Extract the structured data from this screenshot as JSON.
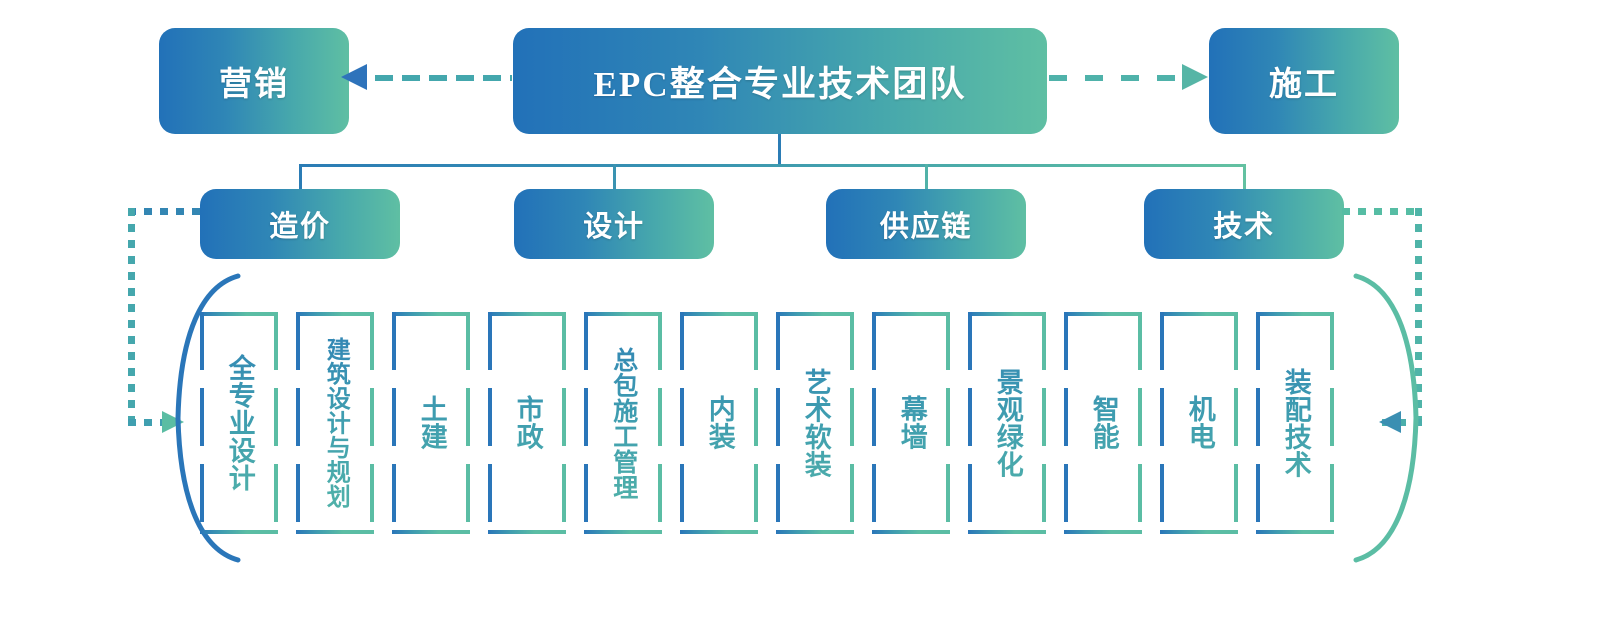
{
  "diagram": {
    "title": "EPC整合专业技术团队",
    "colors": {
      "gradient_start": "#2271b8",
      "gradient_end": "#5fbfa3",
      "connector_blue": "#2b7cb5",
      "connector_green": "#63c1a1",
      "text_on_node": "#ffffff"
    },
    "root": {
      "label": "EPC整合专业技术团队"
    },
    "flanks": [
      {
        "label": "营销",
        "side": "left",
        "arrow": "arrow-left-icon"
      },
      {
        "label": "施工",
        "side": "right",
        "arrow": "arrow-right-icon"
      }
    ],
    "tier2": [
      {
        "label": "造价"
      },
      {
        "label": "设计"
      },
      {
        "label": "供应链"
      },
      {
        "label": "技术"
      }
    ],
    "leaves": [
      {
        "label": "全专业设计"
      },
      {
        "label": "建筑设计与规划"
      },
      {
        "label": "土建"
      },
      {
        "label": "市政"
      },
      {
        "label": "总包施工管理"
      },
      {
        "label": "内装"
      },
      {
        "label": "艺术软装"
      },
      {
        "label": "幕墙"
      },
      {
        "label": "景观绿化"
      },
      {
        "label": "智能"
      },
      {
        "label": "机电"
      },
      {
        "label": "装配技术"
      }
    ]
  }
}
